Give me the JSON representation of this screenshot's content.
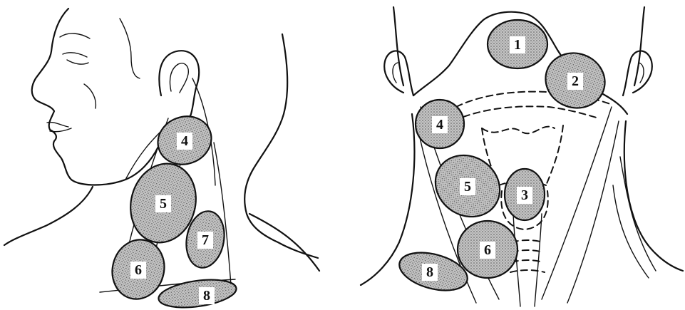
{
  "left_view": {
    "regions": [
      {
        "id": "4",
        "label": "4"
      },
      {
        "id": "5",
        "label": "5"
      },
      {
        "id": "6",
        "label": "6"
      },
      {
        "id": "7",
        "label": "7"
      },
      {
        "id": "8",
        "label": "8"
      }
    ]
  },
  "right_view": {
    "regions": [
      {
        "id": "1",
        "label": "1"
      },
      {
        "id": "2",
        "label": "2"
      },
      {
        "id": "3",
        "label": "3"
      },
      {
        "id": "4",
        "label": "4"
      },
      {
        "id": "5",
        "label": "5"
      },
      {
        "id": "6",
        "label": "6"
      },
      {
        "id": "8",
        "label": "8"
      }
    ]
  },
  "colors": {
    "line": "#111111",
    "shading": "#bdbdbd",
    "background": "#ffffff"
  }
}
